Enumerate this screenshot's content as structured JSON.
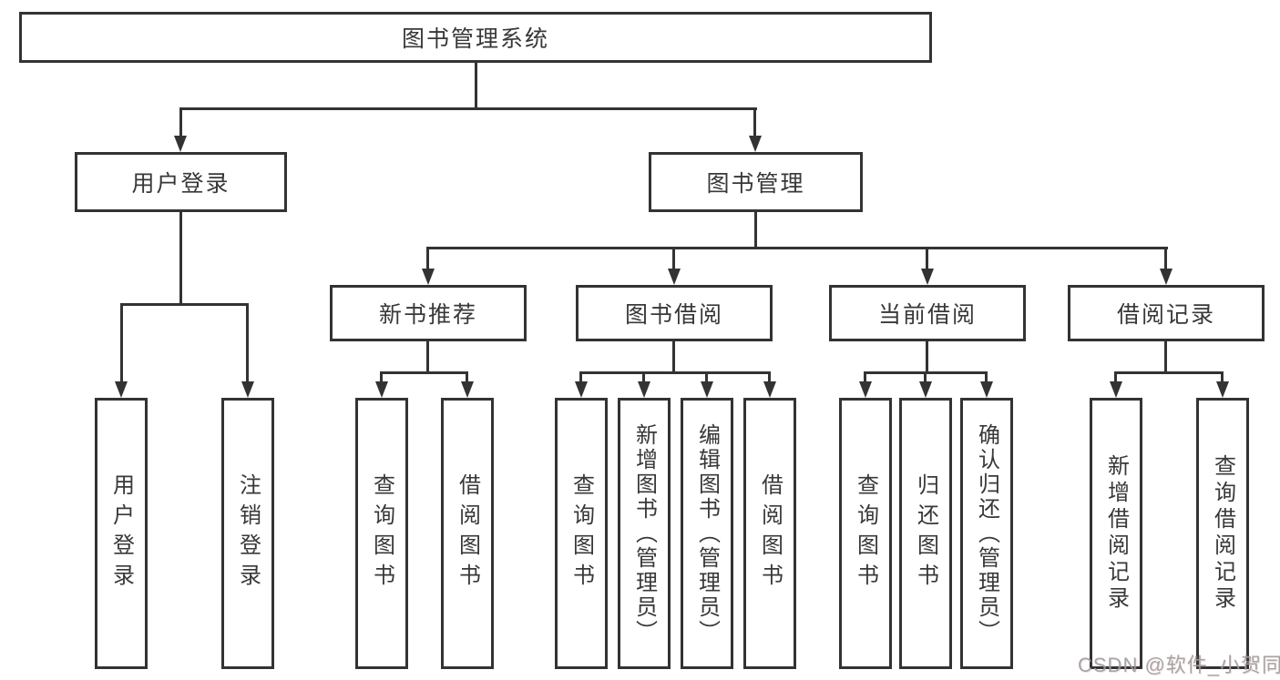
{
  "diagram": {
    "root_label": "图书管理系统",
    "branch_user": {
      "label": "用户登录",
      "leaves": [
        "用户登录",
        "注销登录"
      ]
    },
    "branch_book": {
      "label": "图书管理",
      "groups": [
        {
          "label": "新书推荐",
          "leaves": [
            "查询图书",
            "借阅图书"
          ]
        },
        {
          "label": "图书借阅",
          "leaves": [
            "查询图书",
            "新增图书（管理员）",
            "编辑图书（管理员）",
            "借阅图书"
          ]
        },
        {
          "label": "当前借阅",
          "leaves": [
            "查询图书",
            "归还图书",
            "确认归还（管理员）"
          ]
        },
        {
          "label": "借阅记录",
          "leaves": [
            "新增借阅记录",
            "查询借阅记录"
          ]
        }
      ]
    },
    "colors": {
      "line": "#333333",
      "text": "#383838",
      "background": "#ffffff",
      "watermark": "#9e9e9e"
    }
  },
  "watermark": {
    "text": "CSDN @软件_小贺同学"
  }
}
